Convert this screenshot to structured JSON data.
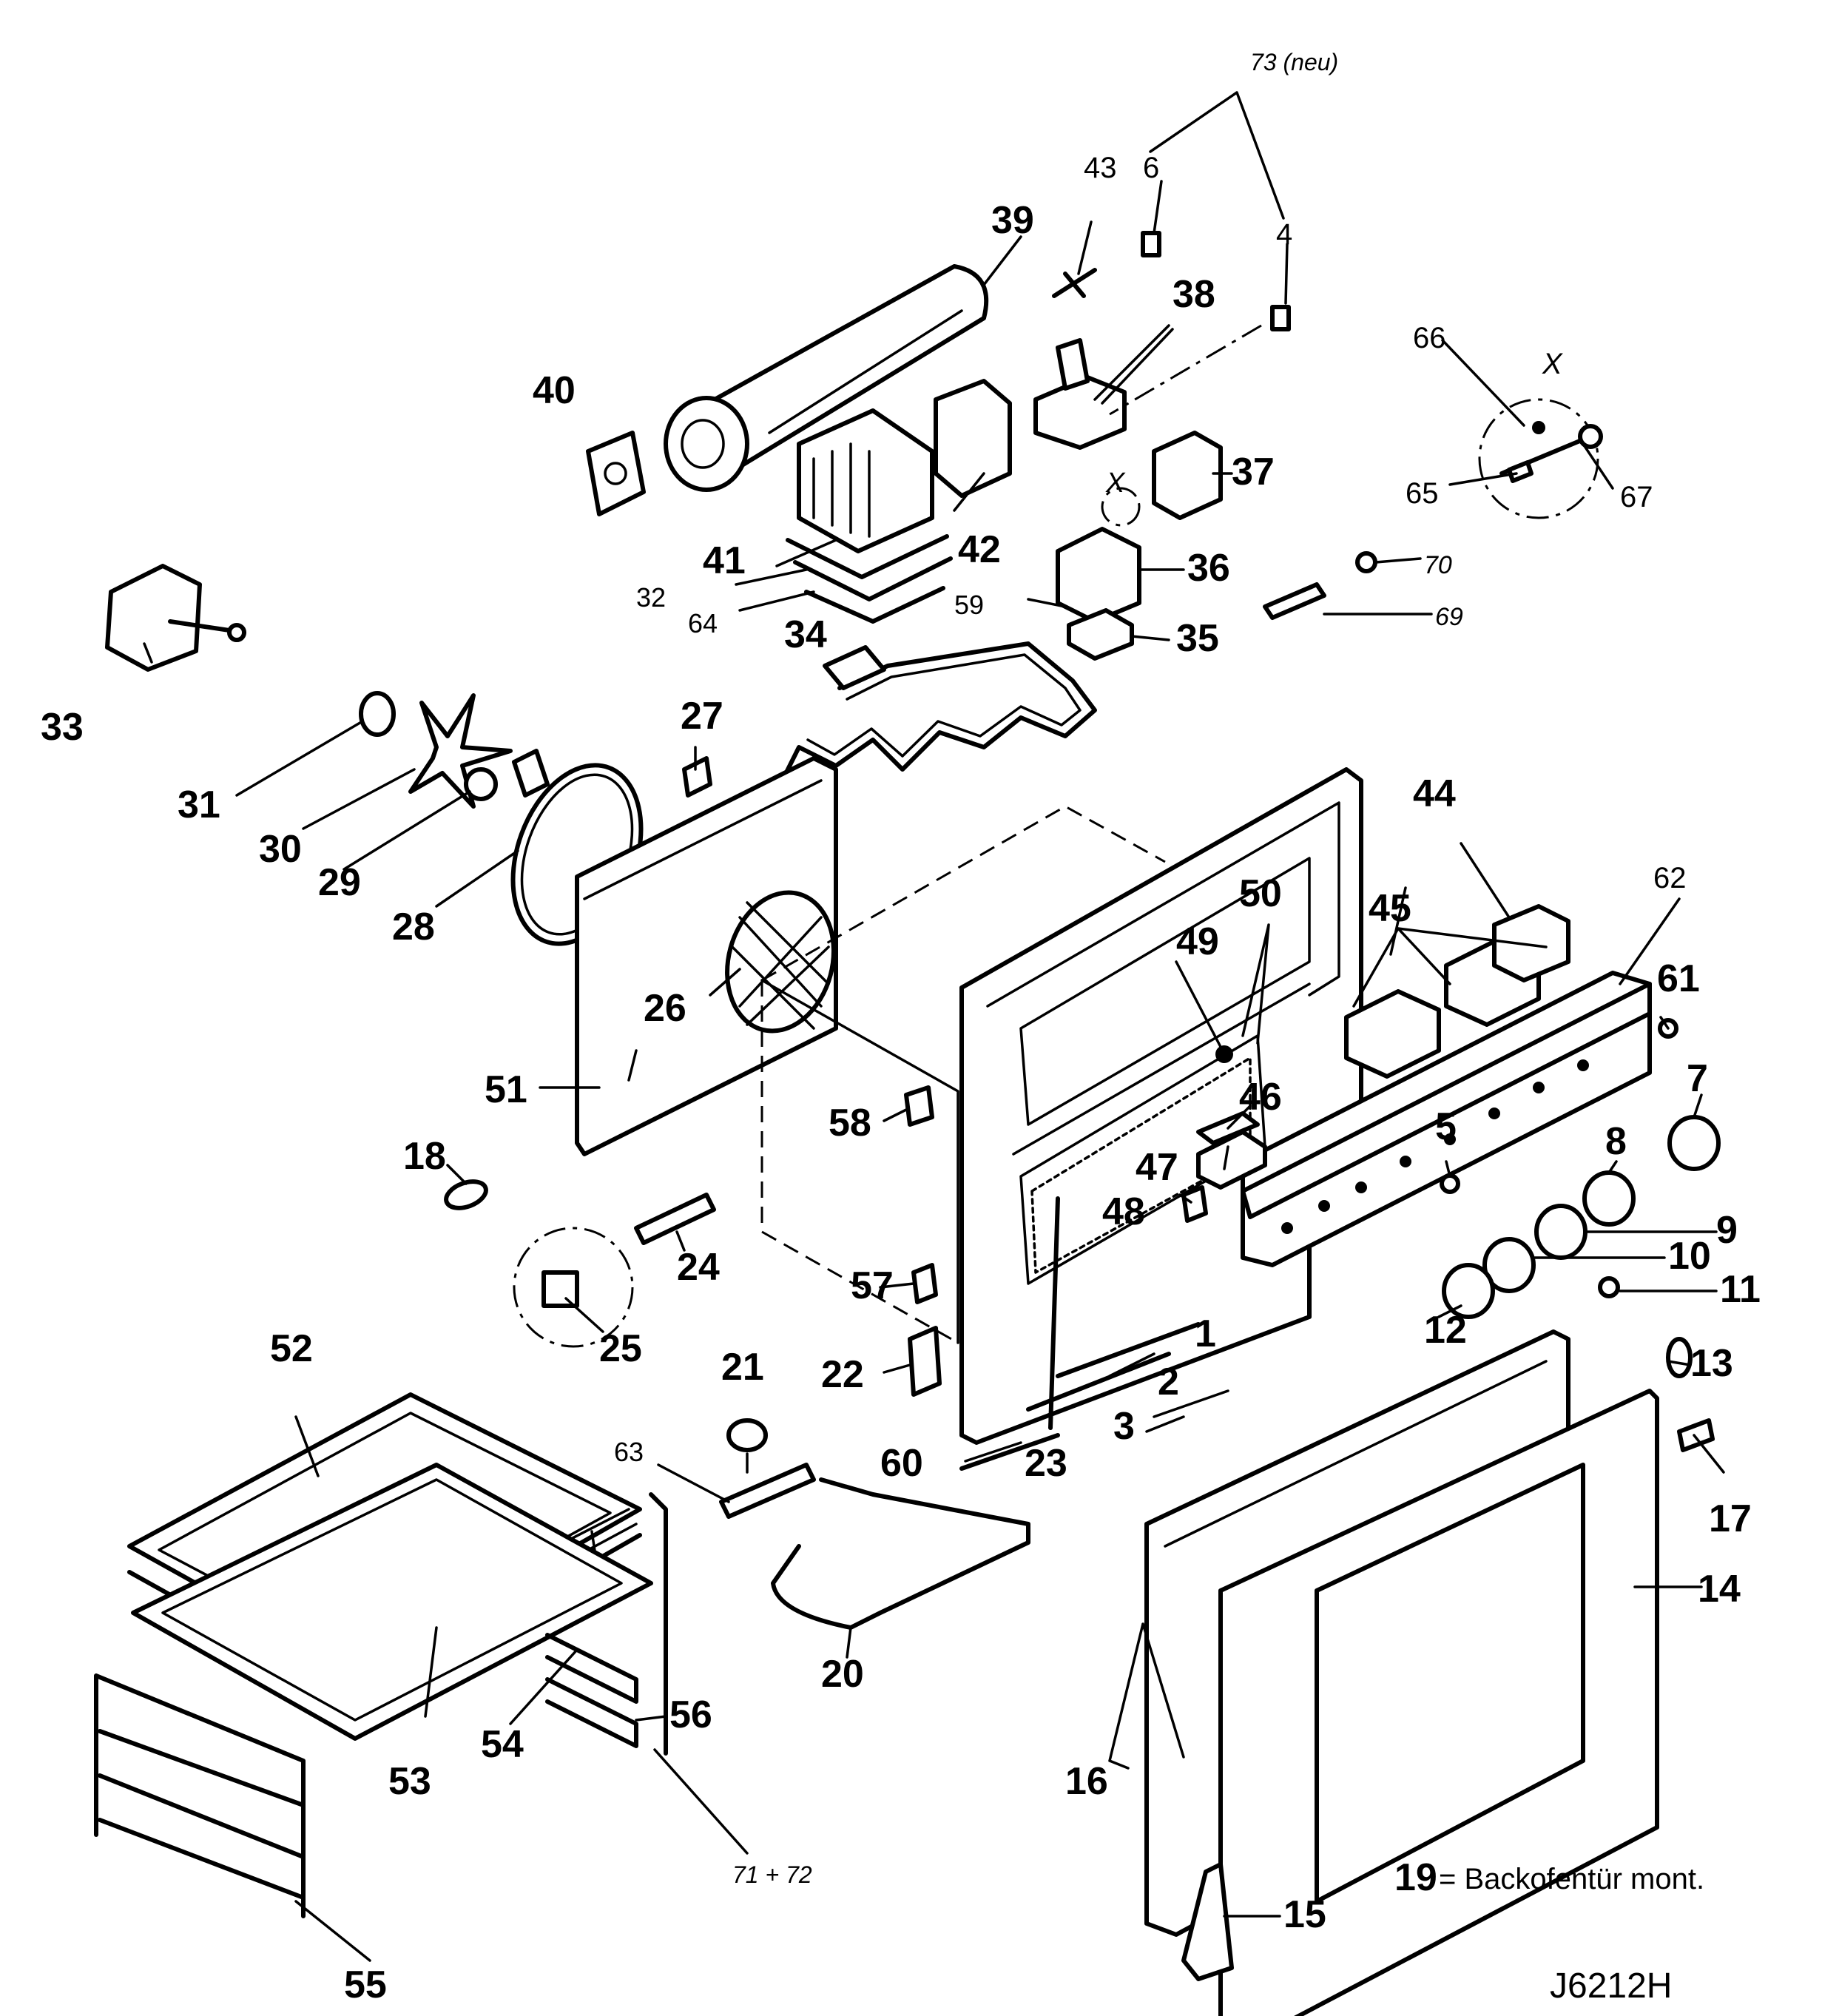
{
  "header_note": "73 (neu)",
  "labels": {
    "l1": "1",
    "l2": "2",
    "l3": "3",
    "l4": "4",
    "l5": "5",
    "l6": "6",
    "l7": "7",
    "l8": "8",
    "l9": "9",
    "l10": "10",
    "l11": "11",
    "l12": "12",
    "l13": "13",
    "l14": "14",
    "l15": "15",
    "l16": "16",
    "l17": "17",
    "l18": "18",
    "l20": "20",
    "l21": "21",
    "l22": "22",
    "l23": "23",
    "l24": "24",
    "l25": "25",
    "l26": "26",
    "l27": "27",
    "l28": "28",
    "l29": "29",
    "l30": "30",
    "l31": "31",
    "l32": "32",
    "l33": "33",
    "l34": "34",
    "l35": "35",
    "l36": "36",
    "l37": "37",
    "l38": "38",
    "l39": "39",
    "l40": "40",
    "l41": "41",
    "l42": "42",
    "l43": "43",
    "l44": "44",
    "l45": "45",
    "l46": "46",
    "l47": "47",
    "l48": "48",
    "l49": "49",
    "l50": "50",
    "l51": "51",
    "l52": "52",
    "l53": "53",
    "l54": "54",
    "l55": "55",
    "l56": "56",
    "l57": "57",
    "l58": "58",
    "l59": "59",
    "l60": "60",
    "l61": "61",
    "l62": "62",
    "l63": "63",
    "l64": "64",
    "l65": "65",
    "l66": "66",
    "l67": "67",
    "l69": "69",
    "l70": "70",
    "l7172": "71 + 72"
  },
  "detail_markers": {
    "x1": "X",
    "x2": "X"
  },
  "legend": {
    "number": "19",
    "text": "= Backofentür  mont."
  },
  "drawing_id": "J6212H",
  "colors": {
    "ink": "#000000",
    "paper": "#ffffff"
  }
}
